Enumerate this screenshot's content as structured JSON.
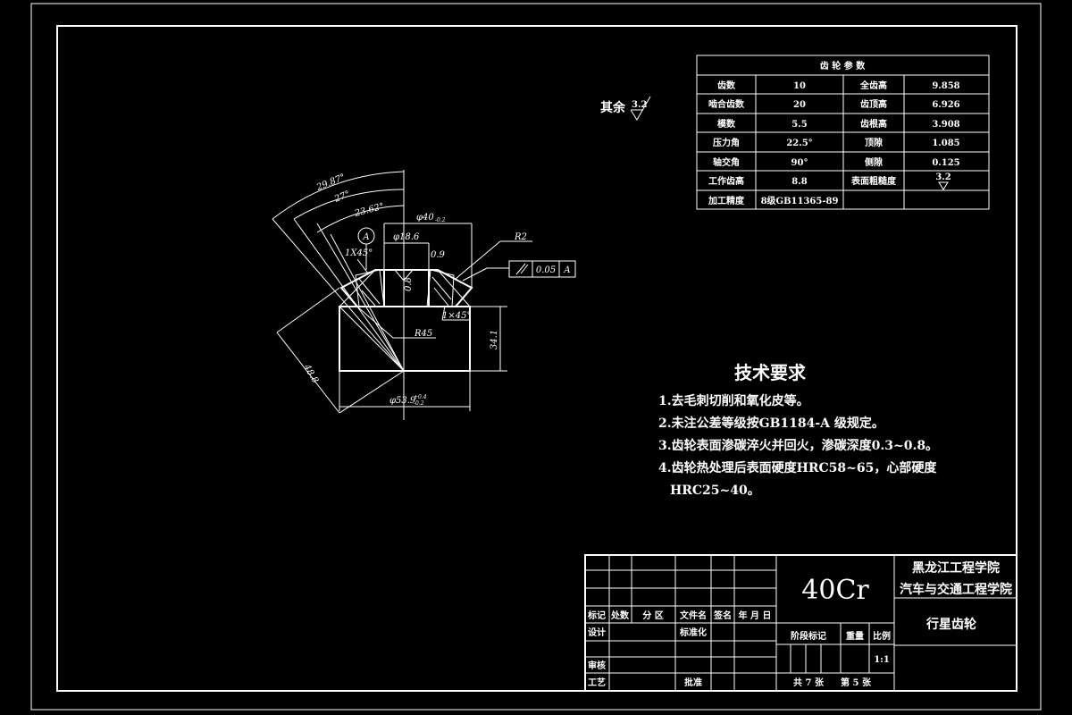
{
  "gear_params": {
    "title": "齿 轮 参 数",
    "rows": [
      [
        "齿数",
        "10",
        "全齿高",
        "9.858"
      ],
      [
        "啮合齿数",
        "20",
        "齿顶高",
        "6.926"
      ],
      [
        "模数",
        "5.5",
        "齿根高",
        "3.908"
      ],
      [
        "压力角",
        "22.5°",
        "顶隙",
        "1.085"
      ],
      [
        "轴交角",
        "90°",
        "侧隙",
        "0.125"
      ],
      [
        "工作齿高",
        "8.8",
        "表面粗糙度",
        "3.2"
      ],
      [
        "加工精度",
        "8级GB11365-89",
        "",
        ""
      ]
    ]
  },
  "roughness_note": {
    "label": "其余",
    "value": "3.2"
  },
  "dimensions": {
    "angle_outer": "29.87°",
    "angle_mid": "27°",
    "angle_inner": "23.62°",
    "dia_top": "φ40",
    "dia_top_tol": "-0.2",
    "dia_bore": "φ18.6",
    "chamfer_left": "1X45°",
    "chamfer_right": "0.9",
    "radius_top": "R2",
    "datum": "A",
    "tol_value": "0.05",
    "tol_datum": "A",
    "bore_len": "0.8",
    "chamfer_bottom": "1×45°",
    "radius_r45": "R45",
    "height": "34.1",
    "cone_dist": "48.8",
    "dia_bottom": "φ53.9",
    "dia_bottom_tol_up": "+0.4",
    "dia_bottom_tol_lo": "-0.2"
  },
  "tech_req": {
    "title": "技术要求",
    "items": [
      "1.去毛刺切削和氧化皮等。",
      "2.未注公差等级按GB1184-A 级规定。",
      "3.齿轮表面渗碳淬火并回火，渗碳深度0.3~0.8。",
      "4.齿轮热处理后表面硬度HRC58~65，心部硬度",
      "HRC25~40。"
    ]
  },
  "title_block": {
    "material": "40Cr",
    "school_1": "黑龙江工程学院",
    "school_2": "汽车与交通工程学院",
    "part_name": "行星齿轮",
    "headers": [
      "标记",
      "处数",
      "分 区",
      "文件名",
      "签名",
      "年 月 日"
    ],
    "design": "设计",
    "standardize": "标准化",
    "stage_mark": "阶段标记",
    "weight": "重量",
    "scale_label": "比例",
    "scale_value": "1:1",
    "review": "审核",
    "process": "工艺",
    "approve": "批准",
    "sheets_total": "共 7 张",
    "sheet_no": "第 5 张"
  }
}
